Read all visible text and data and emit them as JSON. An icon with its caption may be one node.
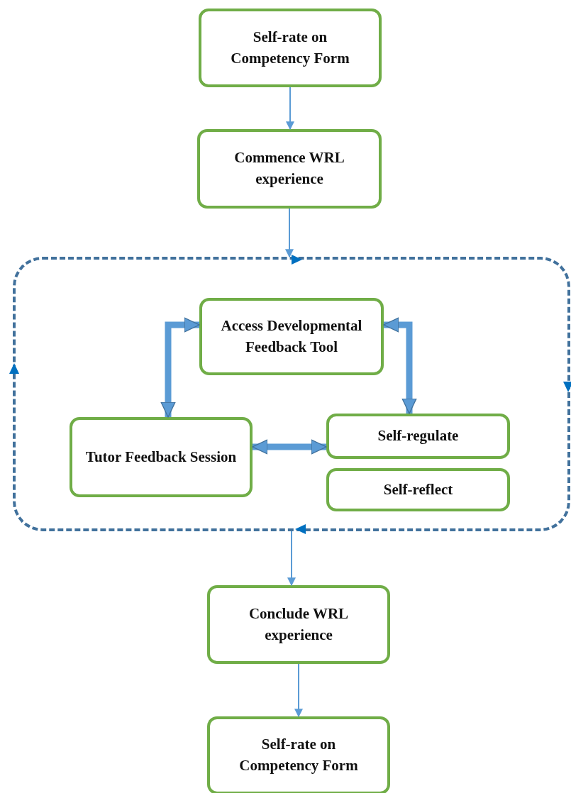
{
  "diagram": {
    "nodes": [
      {
        "text": [
          "Self-rate on Competency Form"
        ]
      },
      {
        "text": [
          "Commence WRL experience"
        ]
      },
      {
        "text": [],
        "shape": "box"
      },
      {
        "text": [
          "Access Developmental Feedback Tool"
        ],
        "in": 2
      },
      {
        "text": [
          "Tutor Feedback Session"
        ],
        "in": 2
      },
      {
        "text": [
          "Self-regulate"
        ],
        "in": 2
      },
      {
        "text": [
          "Self-reflect"
        ],
        "in": 2
      },
      {
        "text": [
          "Conclude WRL experience"
        ]
      },
      {
        "text": [
          "Self-rate on Competency Form"
        ]
      }
    ],
    "edges": [
      {
        "from": 0,
        "to": 1,
        "arrow": "to"
      },
      {
        "from": 1,
        "to": 2,
        "arrow": "to"
      },
      {
        "from": 2,
        "to": 7,
        "arrow": "to"
      },
      {
        "from": 7,
        "to": 8,
        "arrow": "to"
      },
      {
        "from": 4,
        "to": 3,
        "arrow": "both",
        "style": "thick"
      },
      {
        "from": 3,
        "to": 5,
        "arrow": "both",
        "style": "thick"
      },
      {
        "from": 4,
        "to": 5,
        "arrow": "both",
        "style": "thick"
      }
    ]
  }
}
